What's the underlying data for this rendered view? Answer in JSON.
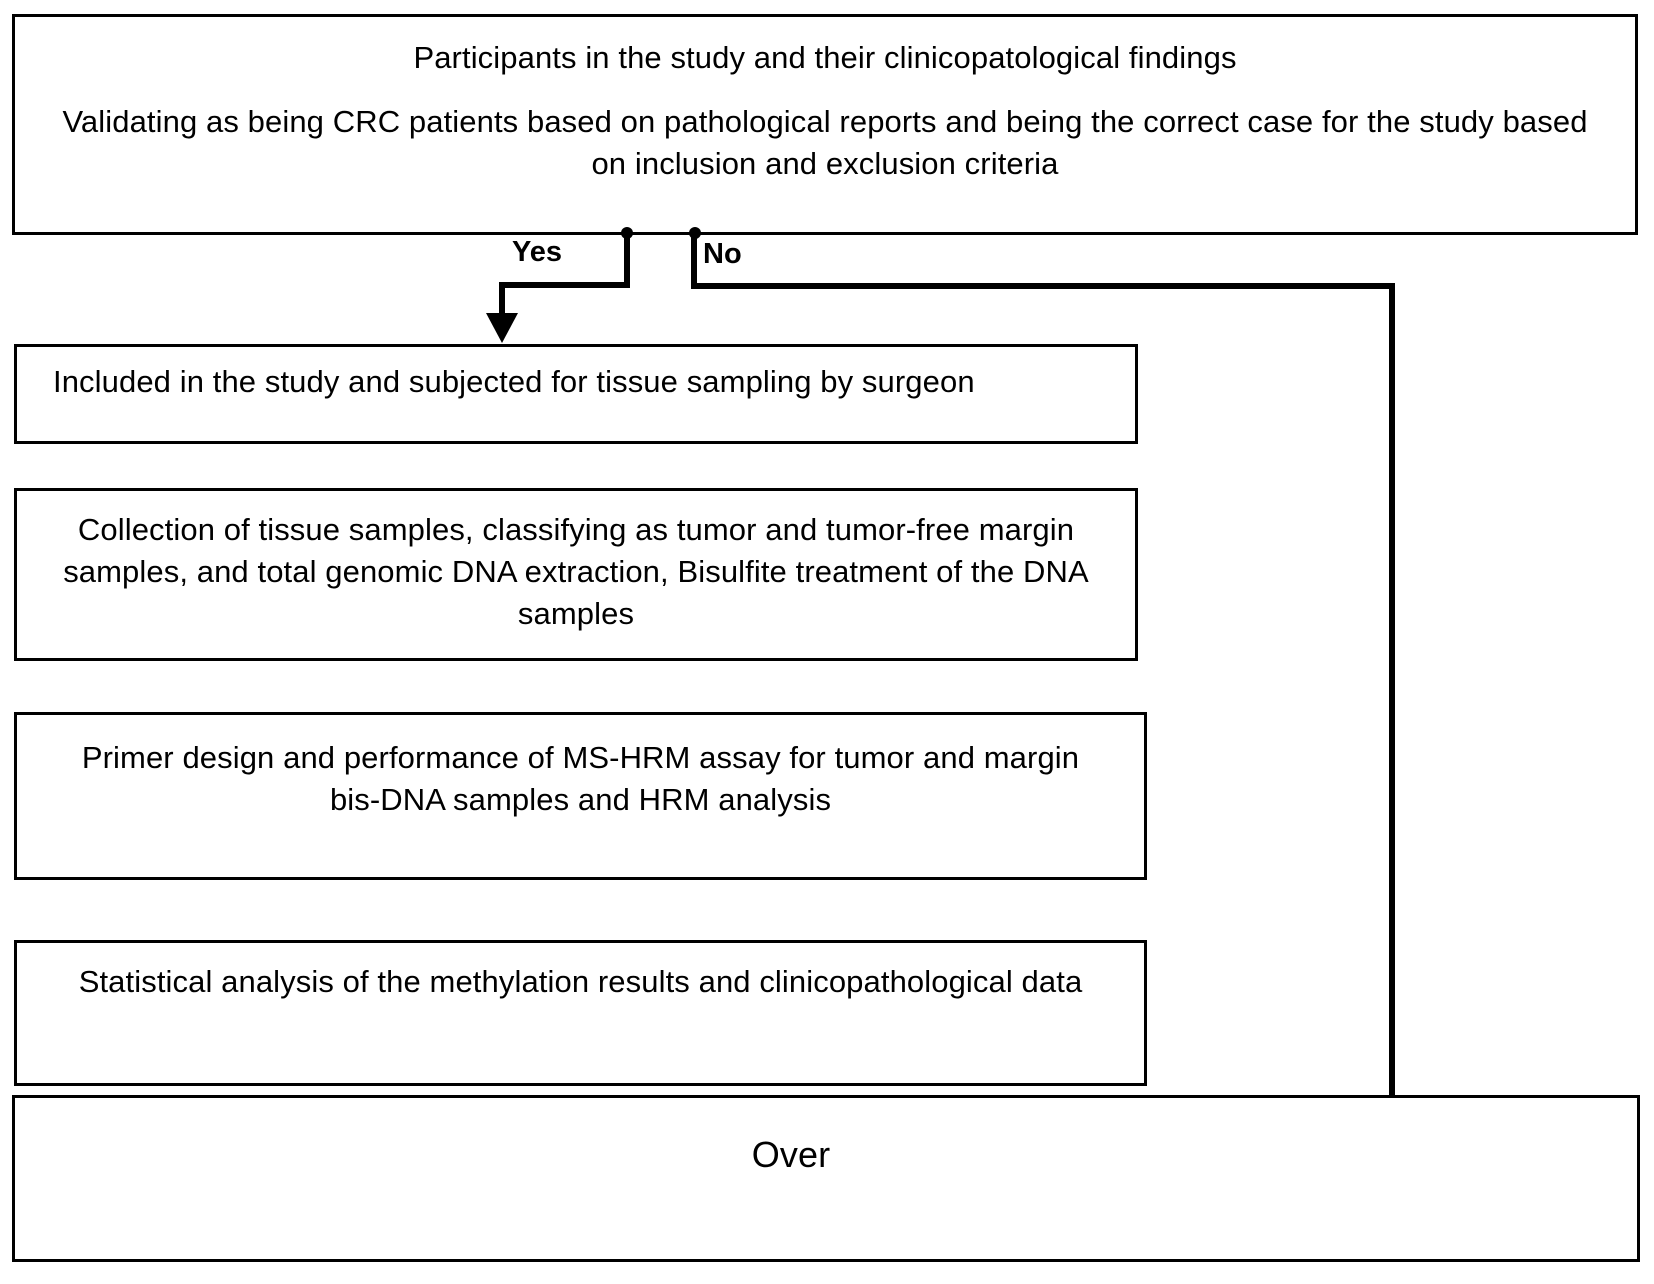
{
  "diagram": {
    "type": "flowchart",
    "title": "Study workflow flowchart",
    "background_color": "#ffffff",
    "stroke_color": "#000000"
  },
  "nodes": {
    "participants": {
      "title": "Participants in the study and their clinicopatological findings",
      "body": "Validating as being CRC patients based on pathological reports and being the correct case for the study based on inclusion and exclusion criteria"
    },
    "included": {
      "text": "Included in the study and subjected for tissue sampling by surgeon"
    },
    "collection": {
      "text": "Collection of tissue samples, classifying as tumor and tumor-free margin samples, and total genomic DNA extraction, Bisulfite treatment of the DNA samples"
    },
    "primer": {
      "text": "Primer design and performance of MS-HRM assay for tumor and margin bis-DNA samples and HRM analysis"
    },
    "statistical": {
      "text": "Statistical analysis of the methylation results and clinicopathological data"
    },
    "over": {
      "text": "Over"
    }
  },
  "edges": {
    "yes_label": "Yes",
    "no_label": "No"
  }
}
